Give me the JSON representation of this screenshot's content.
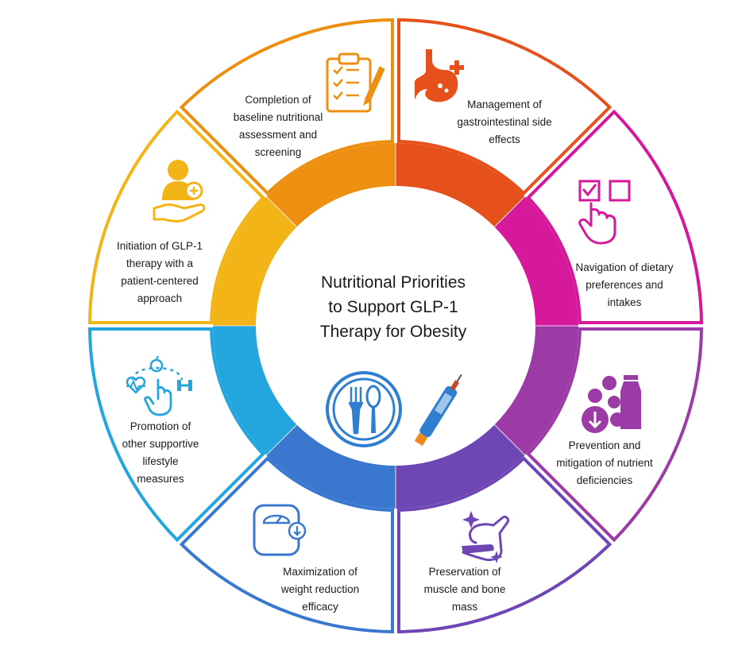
{
  "title_lines": [
    "Nutritional Priorities",
    "to Support GLP-1",
    "Therapy for Obesity"
  ],
  "segments": [
    {
      "id": "baseline",
      "lines": [
        "Completion of",
        "baseline nutritional",
        "assessment and",
        "screening"
      ],
      "color": "#ed8f10",
      "icon": "clipboard-checklist-icon"
    },
    {
      "id": "gi",
      "lines": [
        "Management of",
        "gastrointestinal side",
        "effects"
      ],
      "color": "#e5501b",
      "icon": "stomach-icon"
    },
    {
      "id": "dietary",
      "lines": [
        "Navigation of dietary",
        "preferences and",
        "intakes"
      ],
      "color": "#d6189a",
      "icon": "checkbox-select-icon"
    },
    {
      "id": "nutrient",
      "lines": [
        "Prevention and",
        "mitigation of nutrient",
        "deficiencies"
      ],
      "color": "#9c3aa6",
      "icon": "vitamins-icon"
    },
    {
      "id": "muscle",
      "lines": [
        "Preservation of",
        "muscle and bone",
        "mass"
      ],
      "color": "#6f47b5",
      "icon": "flexed-arm-icon"
    },
    {
      "id": "weight",
      "lines": [
        "Maximization of",
        "weight reduction",
        "efficacy"
      ],
      "color": "#3a78cf",
      "icon": "weighing-scale-icon"
    },
    {
      "id": "lifestyle",
      "lines": [
        "Promotion of",
        "other supportive",
        "lifestyle",
        "measures"
      ],
      "color": "#23a6dd",
      "icon": "lifestyle-icon"
    },
    {
      "id": "initiation",
      "lines": [
        "Initiation of GLP-1",
        "therapy with a",
        "patient-centered",
        "approach"
      ],
      "color": "#f2b416",
      "icon": "patient-care-icon"
    }
  ],
  "center_icons": [
    "plate-utensils-icon",
    "injection-pen-icon"
  ],
  "center_icon_color": "#2e7fd0",
  "pen_accent_color": "#f08a1c"
}
